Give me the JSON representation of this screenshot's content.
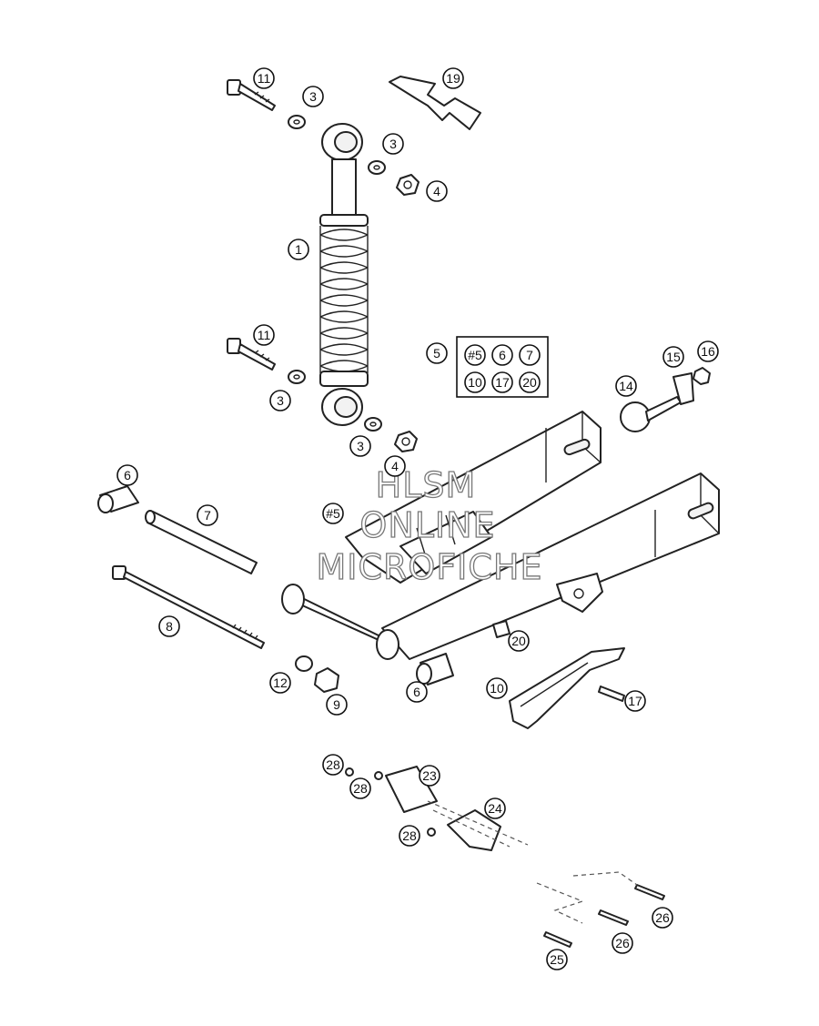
{
  "callouts": [
    {
      "id": "c11a",
      "text": "11"
    },
    {
      "id": "c3a",
      "text": "3"
    },
    {
      "id": "c19",
      "text": "19"
    },
    {
      "id": "c3b",
      "text": "3"
    },
    {
      "id": "c4a",
      "text": "4"
    },
    {
      "id": "c1",
      "text": "1"
    },
    {
      "id": "c11b",
      "text": "11"
    },
    {
      "id": "c3c",
      "text": "3"
    },
    {
      "id": "c3d",
      "text": "3"
    },
    {
      "id": "c4b",
      "text": "4"
    },
    {
      "id": "c5",
      "text": "5"
    },
    {
      "id": "c15",
      "text": "15"
    },
    {
      "id": "c16",
      "text": "16"
    },
    {
      "id": "c14",
      "text": "14"
    },
    {
      "id": "c6a",
      "text": "6"
    },
    {
      "id": "c7",
      "text": "7"
    },
    {
      "id": "c5ref",
      "text": "#5"
    },
    {
      "id": "c8",
      "text": "8"
    },
    {
      "id": "c20",
      "text": "20"
    },
    {
      "id": "c12",
      "text": "12"
    },
    {
      "id": "c9",
      "text": "9"
    },
    {
      "id": "c6b",
      "text": "6"
    },
    {
      "id": "c10",
      "text": "10"
    },
    {
      "id": "c17",
      "text": "17"
    },
    {
      "id": "c28a",
      "text": "28"
    },
    {
      "id": "c23",
      "text": "23"
    },
    {
      "id": "c28b",
      "text": "28"
    },
    {
      "id": "c24",
      "text": "24"
    },
    {
      "id": "c28c",
      "text": "28"
    },
    {
      "id": "c26a",
      "text": "26"
    },
    {
      "id": "c26b",
      "text": "26"
    },
    {
      "id": "c25",
      "text": "25"
    }
  ],
  "kit_box": {
    "items": [
      "#5",
      "6",
      "7",
      "10",
      "17",
      "20"
    ]
  },
  "watermark": [
    "HLSM",
    "ONLINE",
    "MICROFICHE"
  ]
}
